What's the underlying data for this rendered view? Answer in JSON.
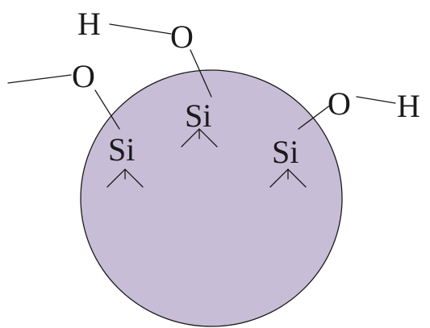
{
  "particle": {
    "fill_color": "#c8bdd6",
    "stroke_color": "#1a1a1a"
  },
  "atoms": {
    "hydrogen_top": "H",
    "oxygen_top": "O",
    "oxygen_left": "O",
    "silicon_left": "Si",
    "silicon_middle": "Si",
    "silicon_right": "Si",
    "oxygen_right": "O",
    "hydrogen_right": "H"
  }
}
